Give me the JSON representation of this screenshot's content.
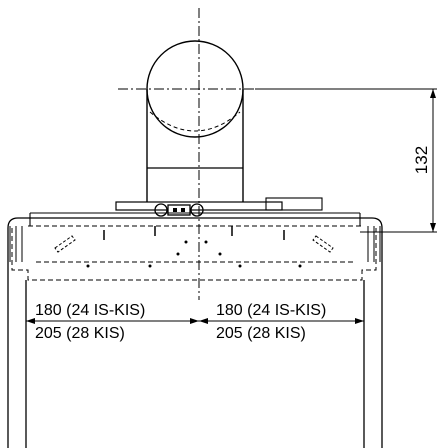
{
  "dimension_vertical": "132",
  "left_label": {
    "line1": "180 (24 IS-KIS)",
    "line2": "205 (28 KIS)"
  },
  "right_label": {
    "line1": "180 (24 IS-KIS)",
    "line2": "205 (28 KIS)"
  }
}
